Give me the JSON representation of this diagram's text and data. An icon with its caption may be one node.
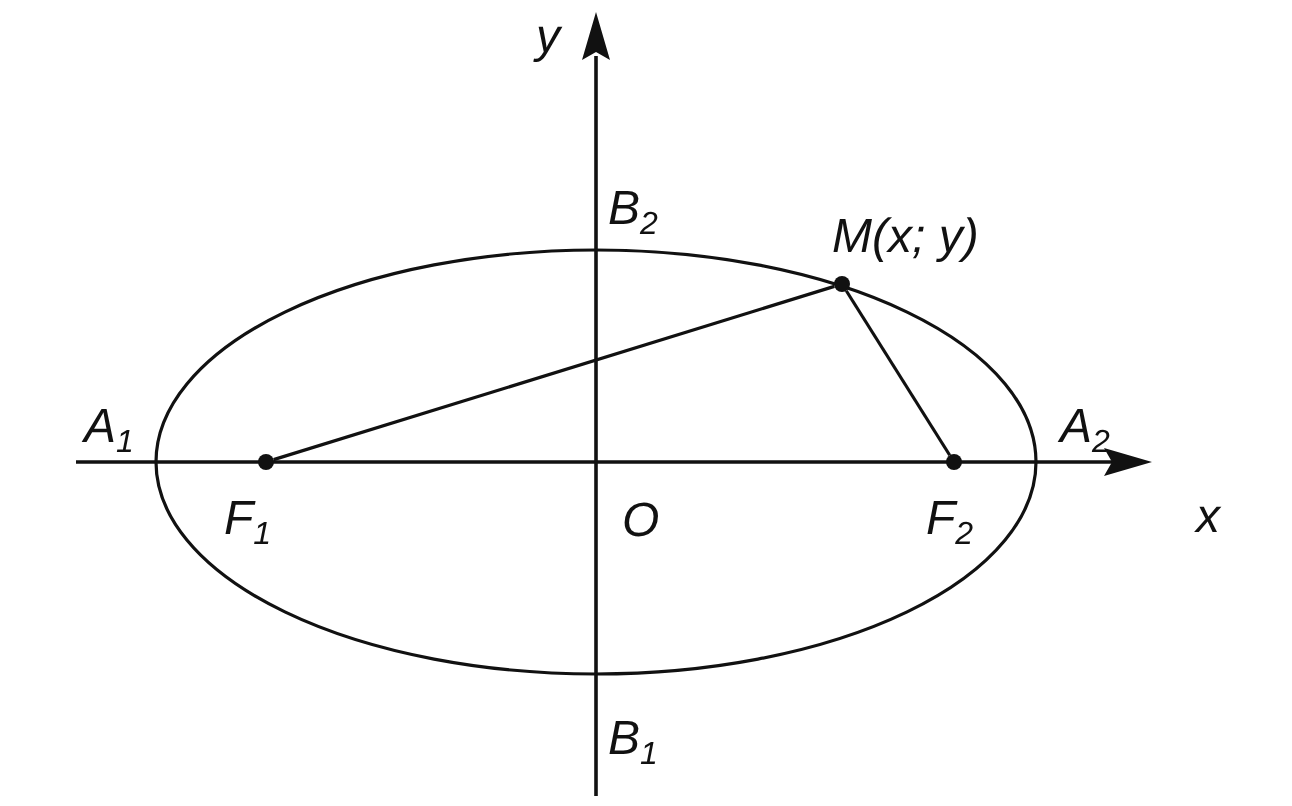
{
  "diagram": {
    "nodes": [
      {
        "text": [],
        "shape": "circle",
        "beside": [
          "F$_{1}$"
        ]
      },
      {
        "text": [],
        "shape": "circle",
        "beside": [
          "M(x; y)"
        ]
      },
      {
        "text": [],
        "shape": "circle",
        "beside": [
          "F$_{2}$"
        ]
      }
    ],
    "edges": [
      {
        "from": 0,
        "to": 1,
        "arrow": "none"
      },
      {
        "from": 1,
        "to": 2,
        "arrow": "none"
      }
    ],
    "labels": [
      "y",
      "B$_{2}$",
      "A$_{1}$",
      "A$_{2}$",
      "O",
      "x",
      "B$_{1}$"
    ]
  }
}
